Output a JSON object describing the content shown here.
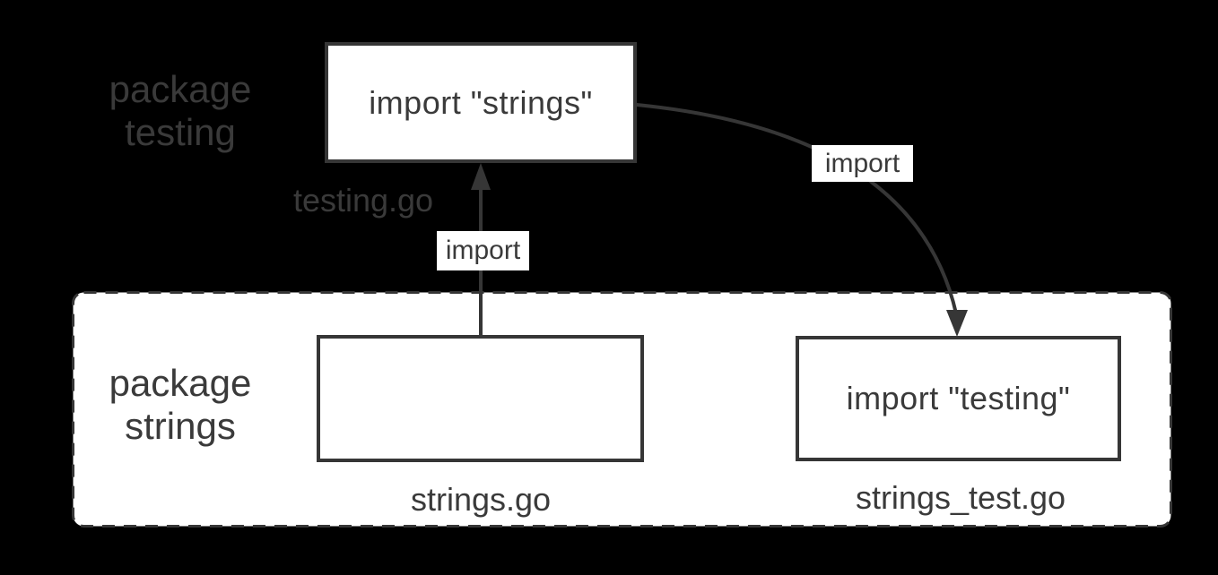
{
  "colors": {
    "background": "#000000",
    "surface": "#ffffff",
    "line": "#363636",
    "text": "#3a3a3a"
  },
  "diagram": {
    "top_group": {
      "package_label": {
        "line1": "package",
        "line2": "testing"
      },
      "file_box": {
        "text": "import \"strings\""
      },
      "file_label": "testing.go"
    },
    "bottom_group": {
      "package_label": {
        "line1": "package",
        "line2": "strings"
      },
      "files": [
        {
          "box_text": "",
          "label": "strings.go"
        },
        {
          "box_text": "import \"testing\"",
          "label": "strings_test.go"
        }
      ]
    },
    "edges": [
      {
        "label": "import",
        "from_file": "strings.go",
        "to_file": "testing.go"
      },
      {
        "label": "import",
        "from_file": "testing.go",
        "to_file": "strings_test.go"
      }
    ]
  }
}
